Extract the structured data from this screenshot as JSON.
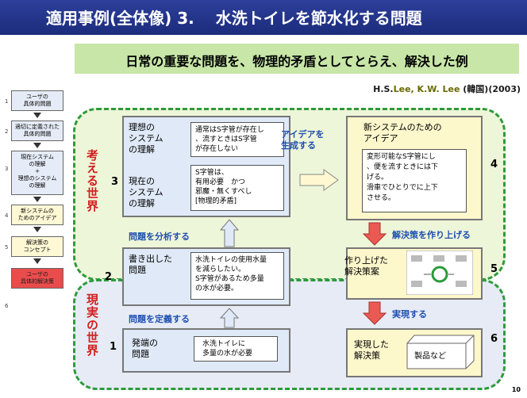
{
  "header": {
    "title": "適用事例(全体像) 3.　 水洗トイレを節水化する問題"
  },
  "subheader": {
    "text": "日常の重要な問題を、物理的矛盾としてとらえ、解決した例"
  },
  "credit": {
    "author1": "H.S.",
    "author2": "Lee, K.W. Lee",
    "country": " (韓国)",
    "year": "(2003)"
  },
  "left_flow": [
    {
      "num": "1",
      "label": "ユーザの\n具体的問題",
      "style": "blue"
    },
    {
      "num": "2",
      "label": "適切に定義された\n具体的問題",
      "style": "blue"
    },
    {
      "num": "3",
      "label": "現在システム\nの理解\n+\n理想のシステム\nの理解",
      "style": "blue"
    },
    {
      "num": "4",
      "label": "新システムの\nためのアイデア",
      "style": "yellow"
    },
    {
      "num": "5",
      "label": "解決策の\nコンセプト",
      "style": "yellow"
    },
    {
      "num": "",
      "label": "ユーザの\n具体的解決策",
      "style": "red"
    },
    {
      "num": "6",
      "label": "",
      "style": "none"
    }
  ],
  "regions": {
    "think": "考える世界",
    "real": "現実の世界"
  },
  "boxes": {
    "ideal": {
      "title": "理想の\nシステム\nの理解",
      "inner": "通常はS字管が存在し\n、流すときはS字管\nが存在しない"
    },
    "current": {
      "title": "現在の\nシステム\nの理解",
      "inner": "S字管は、\n有用必要　かつ\n邪魔・無くすべし\n[物理的矛盾]"
    },
    "written": {
      "title": "書き出した\n問題",
      "inner": "水洗トイレの使用水量\nを減らしたい。\nS字管があるため多量\nの水が必要。"
    },
    "origin": {
      "title": "発端の\n問題",
      "inner": "水洗トイレに\n多量の水が必要"
    },
    "newidea": {
      "title": "新システムのための\nアイデア",
      "inner": "変形可能なS字管にし\n、便を流すときには下\nげる。\n滑車でひとりでに上下\nさせる。"
    },
    "built": {
      "title": "作り上げた\n解決策案"
    },
    "realized": {
      "title": "実現した\n解決策",
      "inner": "製品など"
    }
  },
  "numbers": {
    "n1": "1",
    "n2": "2",
    "n3": "3",
    "n4": "4",
    "n5": "5",
    "n6": "6"
  },
  "arrows": {
    "generate": "アイデアを\n生成する",
    "analyze": "問題を分析する",
    "define": "問題を定義する",
    "build": "解決策を作り上げる",
    "realize": "実現する"
  },
  "page_number": "10"
}
